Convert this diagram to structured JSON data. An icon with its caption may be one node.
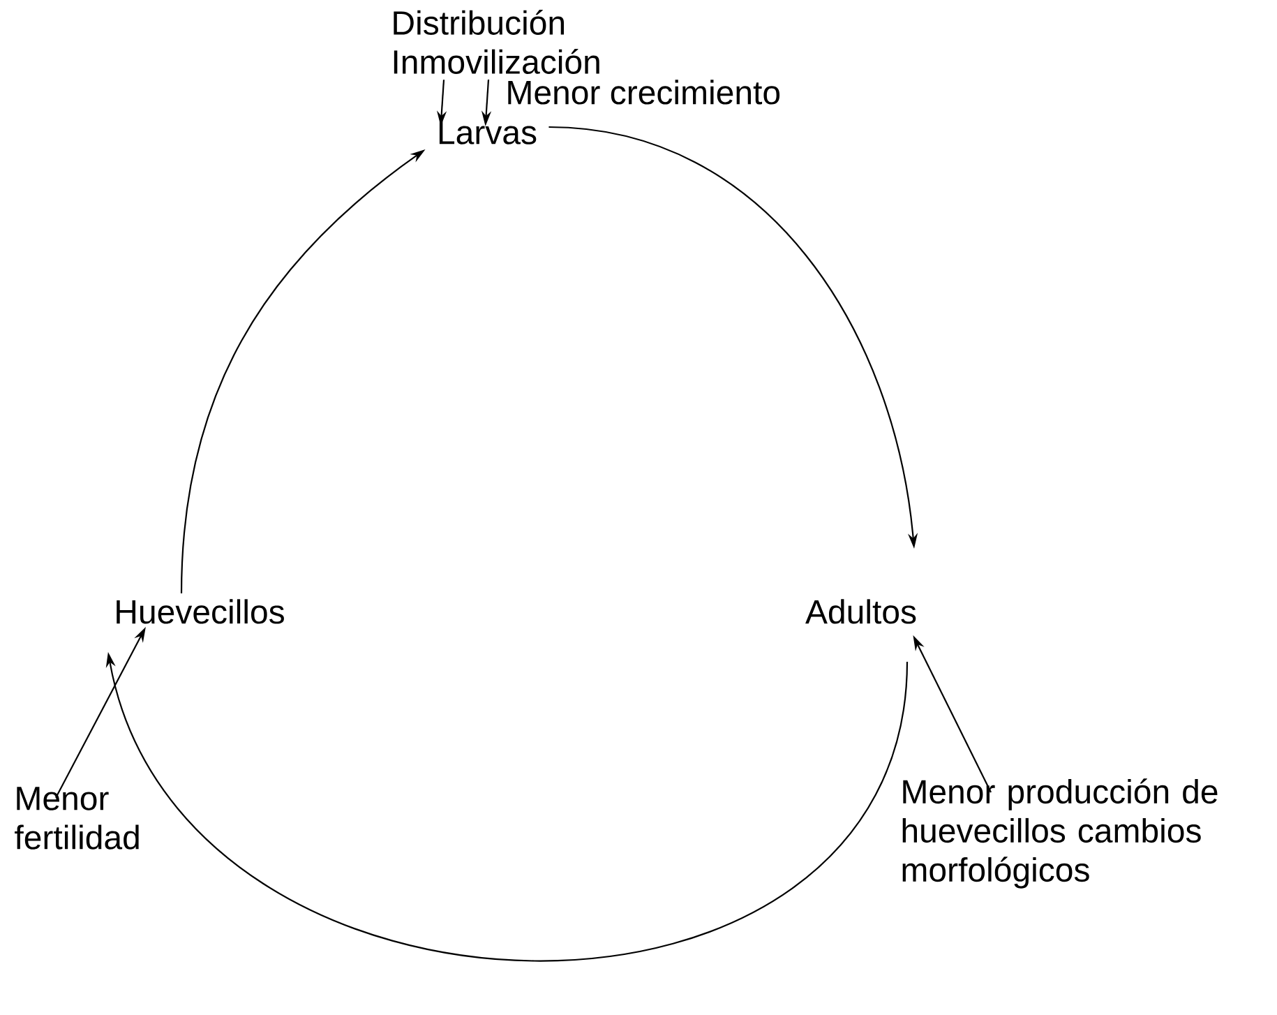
{
  "diagram": {
    "nodes": [
      {
        "text": [
          "Larvas"
        ]
      },
      {
        "text": [
          "Adultos"
        ]
      },
      {
        "text": [
          "Huevecillos"
        ]
      },
      {
        "text": [
          "Distribución Inmovilización"
        ]
      },
      {
        "text": [
          "Menor crecimiento"
        ]
      },
      {
        "text": [
          "Menor fertilidad"
        ]
      },
      {
        "text": [
          "Menor producción de huevecillos cambios morfológicos"
        ]
      }
    ],
    "edges": [
      {
        "from": 0,
        "to": 1,
        "arrow": "to"
      },
      {
        "from": 1,
        "to": 2,
        "arrow": "to"
      },
      {
        "from": 2,
        "to": 0,
        "arrow": "to"
      },
      {
        "from": 3,
        "to": 0,
        "arrow": "to"
      },
      {
        "from": 4,
        "to": 0,
        "arrow": "to"
      },
      {
        "from": 5,
        "to": 2,
        "arrow": "to"
      },
      {
        "from": 6,
        "to": 1,
        "arrow": "to"
      }
    ]
  }
}
